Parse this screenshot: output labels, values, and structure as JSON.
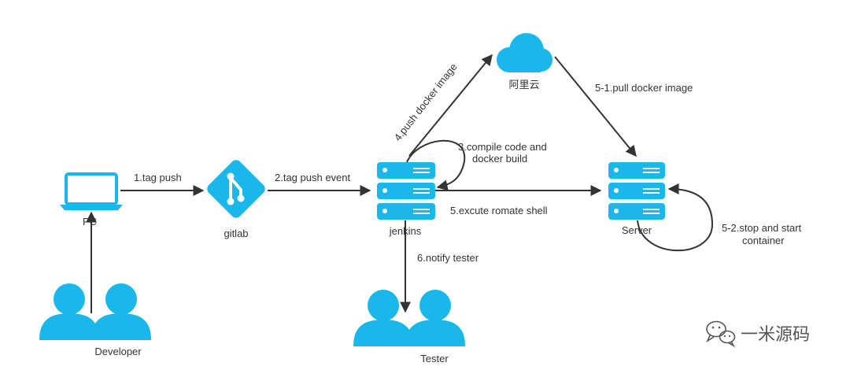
{
  "colors": {
    "icon": "#1ab7ea",
    "arrow": "#333333",
    "text": "#333333",
    "watermark": "#555555"
  },
  "nodes": {
    "pc": {
      "label": "PC",
      "icon": "laptop-icon"
    },
    "gitlab": {
      "label": "gitlab",
      "icon": "git-icon"
    },
    "jenkins": {
      "label": "jenkins",
      "icon": "server-stack-icon"
    },
    "aliyun": {
      "label": "阿里云",
      "icon": "cloud-icon"
    },
    "server": {
      "label": "Server",
      "icon": "server-stack-icon"
    },
    "developer": {
      "label": "Developer",
      "icon": "users-icon"
    },
    "tester": {
      "label": "Tester",
      "icon": "users-icon"
    }
  },
  "edges": {
    "tag_push": "1.tag push",
    "tag_push_event": "2.tag push event",
    "compile_line1": "3.compile code and",
    "compile_line2": "docker build",
    "push_image": "4.push docker image",
    "pull_image": "5-1.pull docker image",
    "stop_start_line1": "5-2.stop and start",
    "stop_start_line2": "container",
    "execute_shell": "5.excute romate shell",
    "notify_tester": "6.notify tester"
  },
  "watermark": {
    "text": "一米源码",
    "icon": "wechat-icon"
  }
}
